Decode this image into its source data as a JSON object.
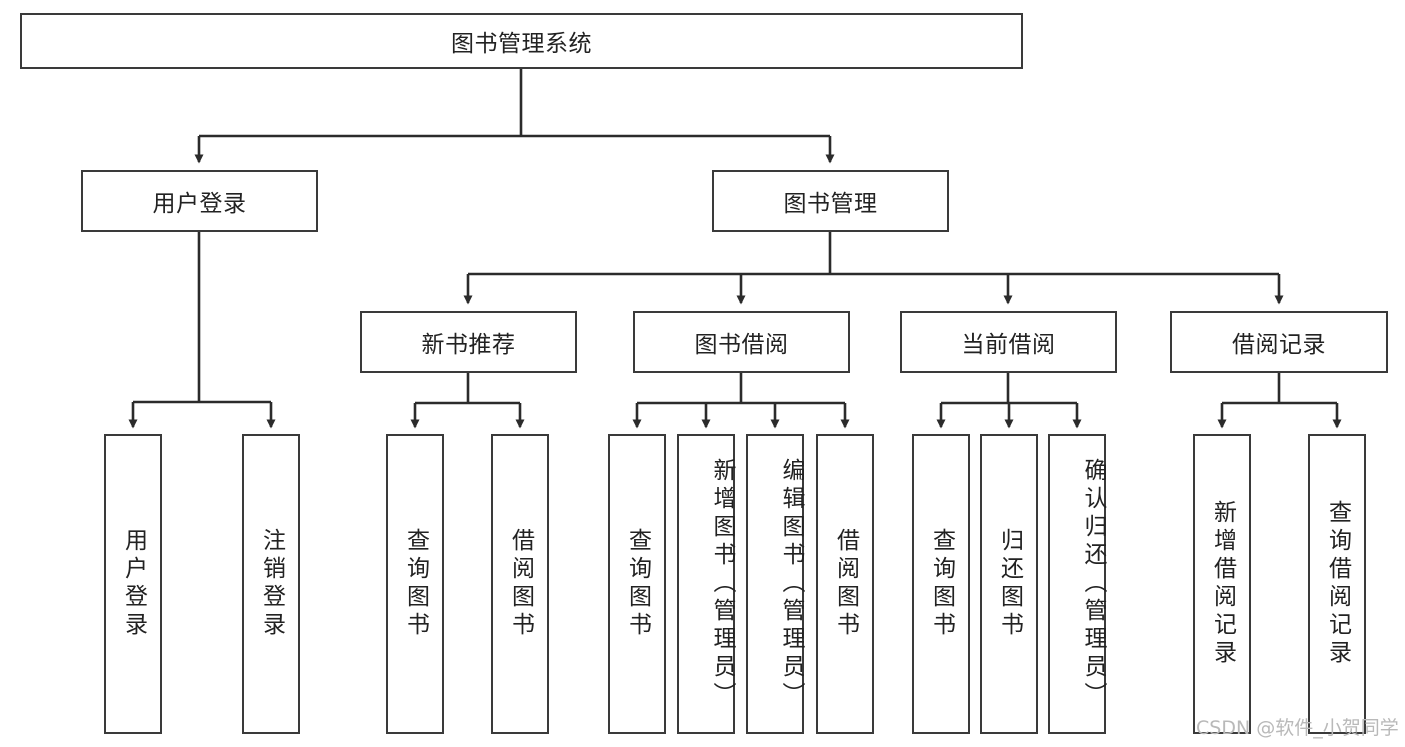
{
  "diagram": {
    "title": "图书管理系统",
    "type": "tree",
    "watermark": "CSDN @软件_小贺同学",
    "colors": {
      "box_border": "#3a3a3a",
      "box_fill": "#ffffff",
      "edge": "#2b2b2b",
      "text": "#222222",
      "watermark": "#b9b9b9",
      "background": "#ffffff"
    },
    "root": {
      "label": "图书管理系统"
    },
    "level1": [
      {
        "label": "用户登录"
      },
      {
        "label": "图书管理"
      }
    ],
    "level2": [
      {
        "label": "新书推荐"
      },
      {
        "label": "图书借阅"
      },
      {
        "label": "当前借阅"
      },
      {
        "label": "借阅记录"
      }
    ],
    "leaves": {
      "user_login": [
        {
          "label": "用户登录"
        },
        {
          "label": "注销登录"
        }
      ],
      "new_book_recommend": [
        {
          "label": "查询图书"
        },
        {
          "label": "借阅图书"
        }
      ],
      "book_borrow": [
        {
          "label": "查询图书"
        },
        {
          "label": "新增图书（管理员）"
        },
        {
          "label": "编辑图书（管理员）"
        },
        {
          "label": "借阅图书"
        }
      ],
      "current_borrow": [
        {
          "label": "查询图书"
        },
        {
          "label": "归还图书"
        },
        {
          "label": "确认归还（管理员）"
        }
      ],
      "borrow_record": [
        {
          "label": "新增借阅记录"
        },
        {
          "label": "查询借阅记录"
        }
      ]
    }
  }
}
